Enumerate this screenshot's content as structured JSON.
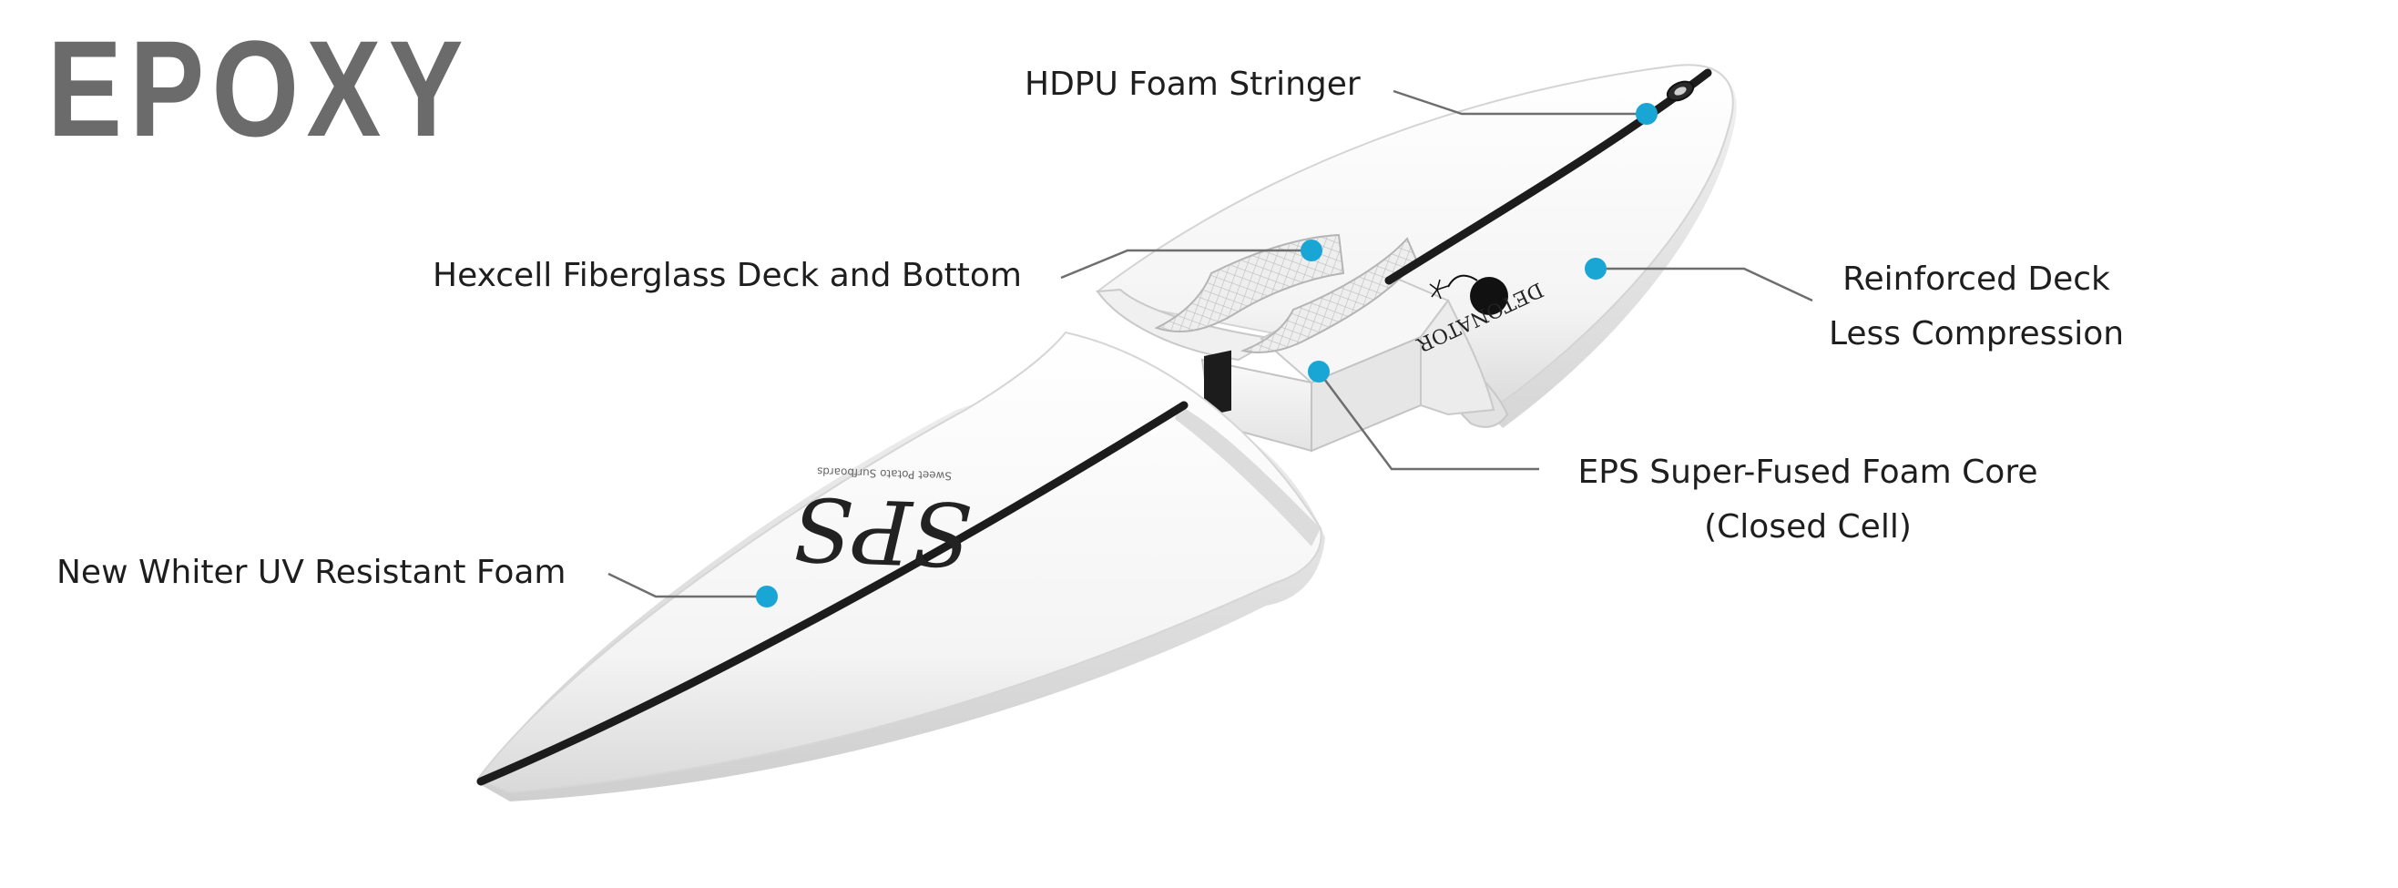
{
  "title": "EPOXY",
  "accent_color": "#1aa6d4",
  "leader_color": "#6e6e6e",
  "stringer_color": "#1c1c1c",
  "logo_text": "SPS",
  "logo_subtext": "Sweet Potato Surfboards",
  "brand_text": "DETONATOR",
  "callouts": [
    {
      "id": "hdpu-foam-stringer",
      "lines": [
        "HDPU Foam Stringer"
      ]
    },
    {
      "id": "hexcell-fiberglass",
      "lines": [
        "Hexcell Fiberglass Deck and Bottom"
      ]
    },
    {
      "id": "reinforced-deck",
      "lines": [
        "Reinforced Deck",
        "Less Compression"
      ]
    },
    {
      "id": "eps-foam-core",
      "lines": [
        "EPS Super-Fused Foam Core",
        "(Closed Cell)"
      ]
    },
    {
      "id": "uv-resistant-foam",
      "lines": [
        "New Whiter UV Resistant Foam"
      ]
    }
  ]
}
